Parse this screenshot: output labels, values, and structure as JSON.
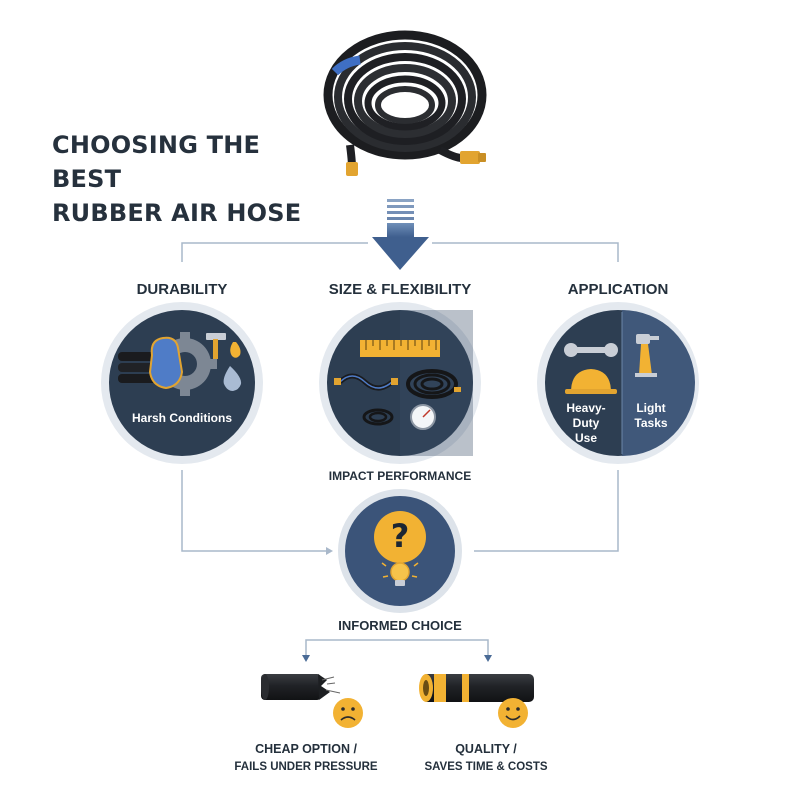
{
  "title": {
    "line1": "CHOOSING THE BEST",
    "line2": "RUBBER AIR HOSE"
  },
  "categories": [
    {
      "label": "DURABILITY",
      "caption": "Harsh Conditions",
      "icons": [
        "glove-icon",
        "gear-icon",
        "hammer-icon",
        "fire-icon",
        "water-drop-icon",
        "hose-bundle-icon"
      ]
    },
    {
      "label": "SIZE & FLEXIBILITY",
      "icons": [
        "ruler-icon",
        "bent-hose-icon",
        "coiled-hose-icon",
        "small-coil-icon",
        "pressure-gauge-icon"
      ]
    },
    {
      "label": "APPLICATION",
      "captions": [
        "Heavy-Duty Use",
        "Light Tasks"
      ],
      "heavy": {
        "line1": "Heavy-Duty",
        "line2": "Use"
      },
      "light": {
        "line1": "Light",
        "line2": "Tasks"
      },
      "icons": [
        "wrench-icon",
        "hard-hat-icon",
        "spray-gun-icon"
      ]
    }
  ],
  "impact": {
    "label": "IMPACT PERFORMANCE",
    "icons": [
      "question-icon",
      "lightbulb-icon"
    ]
  },
  "choice": {
    "label": "INFORMED CHOICE"
  },
  "outcomes": [
    {
      "line1": "CHEAP OPTION /",
      "line2": "FAILS UNDER PRESSURE",
      "icon": "sad-face-icon"
    },
    {
      "line1": "QUALITY /",
      "line2": "SAVES TIME & COSTS",
      "icon": "happy-face-icon"
    }
  ],
  "colors": {
    "navy": "#2d3e52",
    "accent": "#f2b233",
    "steel_blue": "#4a6b96",
    "connector": "#a9b8ca",
    "ring": "#c7d1dc"
  }
}
